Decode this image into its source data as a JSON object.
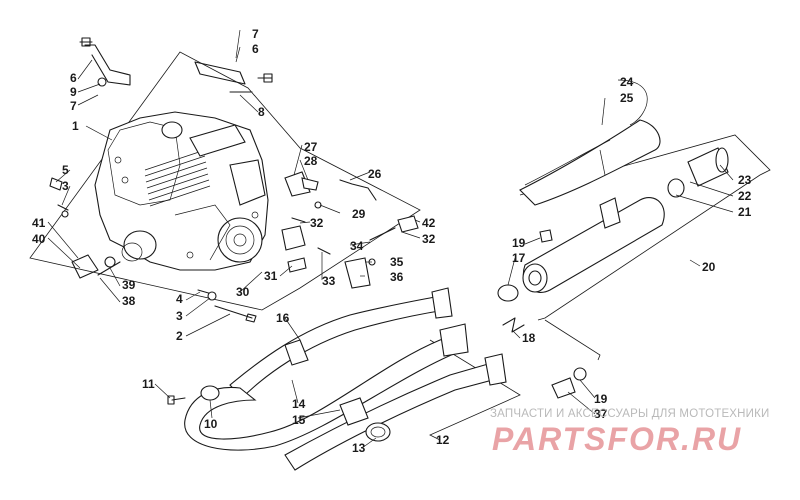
{
  "diagram": {
    "labels": [
      {
        "id": "n7a",
        "text": "7"
      },
      {
        "id": "n6a",
        "text": "6"
      },
      {
        "id": "n6b",
        "text": "6"
      },
      {
        "id": "n9",
        "text": "9"
      },
      {
        "id": "n7b",
        "text": "7"
      },
      {
        "id": "n8",
        "text": "8"
      },
      {
        "id": "n1",
        "text": "1"
      },
      {
        "id": "n5",
        "text": "5"
      },
      {
        "id": "n3a",
        "text": "3"
      },
      {
        "id": "n41",
        "text": "41"
      },
      {
        "id": "n40",
        "text": "40"
      },
      {
        "id": "n39",
        "text": "39"
      },
      {
        "id": "n38",
        "text": "38"
      },
      {
        "id": "n4",
        "text": "4"
      },
      {
        "id": "n3b",
        "text": "3"
      },
      {
        "id": "n2",
        "text": "2"
      },
      {
        "id": "n30",
        "text": "30"
      },
      {
        "id": "n27",
        "text": "27"
      },
      {
        "id": "n28",
        "text": "28"
      },
      {
        "id": "n26",
        "text": "26"
      },
      {
        "id": "n29",
        "text": "29"
      },
      {
        "id": "n32a",
        "text": "32"
      },
      {
        "id": "n42",
        "text": "42"
      },
      {
        "id": "n32b",
        "text": "32"
      },
      {
        "id": "n34",
        "text": "34"
      },
      {
        "id": "n35",
        "text": "35"
      },
      {
        "id": "n36",
        "text": "36"
      },
      {
        "id": "n31",
        "text": "31"
      },
      {
        "id": "n33",
        "text": "33"
      },
      {
        "id": "n24",
        "text": "24"
      },
      {
        "id": "n25",
        "text": "25"
      },
      {
        "id": "n23",
        "text": "23"
      },
      {
        "id": "n22",
        "text": "22"
      },
      {
        "id": "n21",
        "text": "21"
      },
      {
        "id": "n19a",
        "text": "19"
      },
      {
        "id": "n17",
        "text": "17"
      },
      {
        "id": "n20",
        "text": "20"
      },
      {
        "id": "n18",
        "text": "18"
      },
      {
        "id": "n16",
        "text": "16"
      },
      {
        "id": "n11",
        "text": "11"
      },
      {
        "id": "n10",
        "text": "10"
      },
      {
        "id": "n14",
        "text": "14"
      },
      {
        "id": "n15",
        "text": "15"
      },
      {
        "id": "n13",
        "text": "13"
      },
      {
        "id": "n12",
        "text": "12"
      },
      {
        "id": "n19b",
        "text": "19"
      },
      {
        "id": "n37",
        "text": "37"
      }
    ]
  },
  "watermark": {
    "tagline": "ЗАПЧАСТИ И АКСЕССУАРЫ ДЛЯ МОТОТЕХНИКИ",
    "brand": "PARTSFOR.RU"
  },
  "colors": {
    "line": "#1a1a1a",
    "watermark_brand": "#e9a3a6",
    "watermark_text": "#b9b9b9"
  }
}
